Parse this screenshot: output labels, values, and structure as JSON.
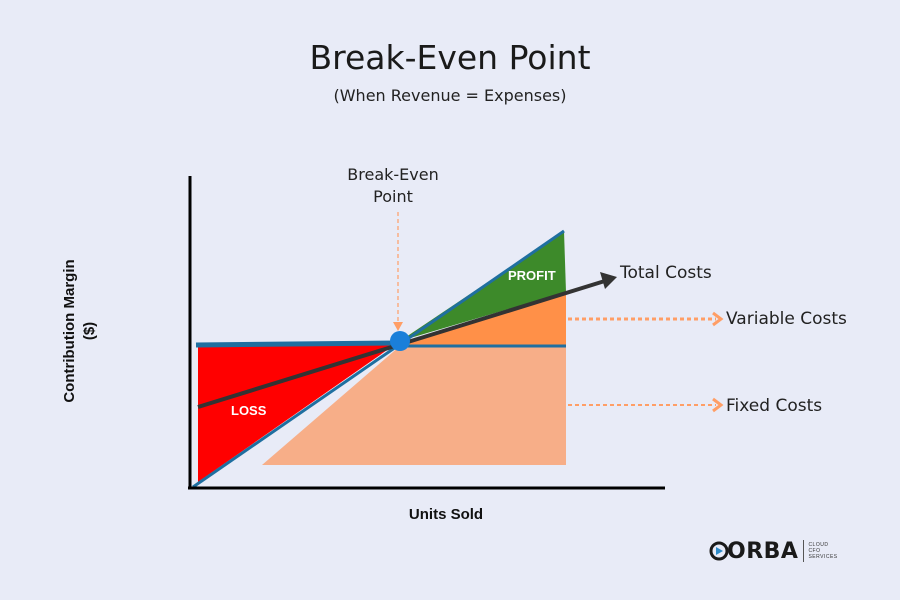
{
  "title": "Break-Even Point",
  "subtitle": "(When Revenue = Expenses)",
  "y_axis_label": [
    "Contribution Margin",
    "($)"
  ],
  "x_axis_label": "Units Sold",
  "break_even_label": [
    "Break-Even",
    "Point"
  ],
  "regions": {
    "profit": "PROFIT",
    "loss": "LOSS"
  },
  "series_labels": {
    "total_costs": "Total Costs",
    "variable_costs": "Variable Costs",
    "fixed_costs": "Fixed Costs"
  },
  "logo": {
    "name": "ORBA",
    "tagline": [
      "CLOUD",
      "CFO",
      "SERVICES"
    ]
  },
  "colors": {
    "background": "#e8ebf7",
    "loss": "#ff0000",
    "profit": "#3d8a2a",
    "variable_costs": "#ff9048",
    "fixed_costs": "#f7ae88",
    "revenue_line": "#1f6fa0",
    "total_costs_line": "#333333",
    "break_even_marker": "#1a7fd9",
    "arrow_dotted": "#ff9e66"
  }
}
